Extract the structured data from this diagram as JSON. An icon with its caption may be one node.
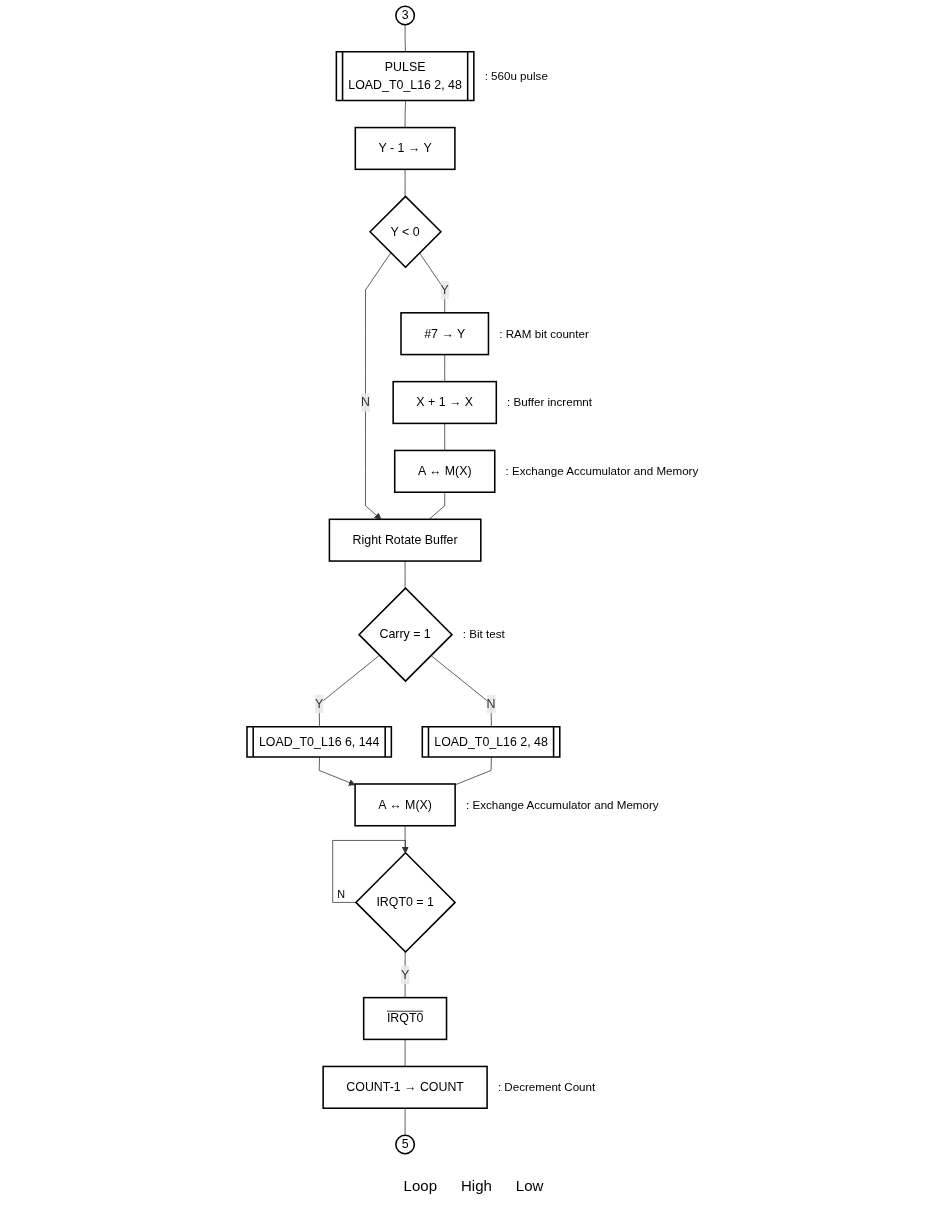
{
  "diagram": {
    "nodes": [
      {
        "text": [
          "3"
        ]
      },
      {
        "text": [
          "PULSE",
          "LOAD_T0_L16 2, 48"
        ],
        "beside": [
          ": 560u pulse"
        ]
      },
      {
        "text": [
          "Y - 1 → Y"
        ]
      },
      {
        "text": [
          "Y < 0"
        ]
      },
      {
        "text": [
          "#7 → Y"
        ],
        "beside": [
          ": RAM bit counter"
        ]
      },
      {
        "text": [
          "X + 1 → X"
        ],
        "beside": [
          ": Buffer incremnt"
        ]
      },
      {
        "text": [
          "A ↔ M(X)"
        ],
        "beside": [
          ": Exchange Accumulator and Memory"
        ]
      },
      {
        "text": [
          "Right Rotate Buffer"
        ]
      },
      {
        "text": [
          "Carry = 1"
        ],
        "beside": [
          ": Bit test"
        ]
      },
      {
        "text": [
          "LOAD_T0_L16 6, 144"
        ]
      },
      {
        "text": [
          "LOAD_T0_L16 2, 48"
        ]
      },
      {
        "text": [
          "A ↔ M(X)"
        ],
        "beside": [
          ": Exchange Accumulator and Memory"
        ]
      },
      {
        "text": [
          "IRQT0 = 1"
        ]
      },
      {
        "text": [
          "IRQT0"
        ]
      },
      {
        "text": [
          "COUNT-1 → COUNT"
        ],
        "beside": [
          ": Decrement Count"
        ]
      },
      {
        "text": [
          "5"
        ]
      }
    ],
    "edges": [
      {
        "from": 0,
        "to": 1,
        "arrow": "none"
      },
      {
        "from": 1,
        "to": 2,
        "arrow": "none"
      },
      {
        "from": 2,
        "to": 3,
        "arrow": "none"
      },
      {
        "from": 3,
        "to": 7,
        "label": "N",
        "arrow": "to"
      },
      {
        "from": 3,
        "to": 4,
        "label": "Y",
        "arrow": "none"
      },
      {
        "from": 4,
        "to": 5,
        "arrow": "none"
      },
      {
        "from": 5,
        "to": 6,
        "arrow": "none"
      },
      {
        "from": 6,
        "to": 7,
        "arrow": "none"
      },
      {
        "from": 7,
        "to": 8,
        "arrow": "none"
      },
      {
        "from": 8,
        "to": 9,
        "label": "Y",
        "arrow": "none"
      },
      {
        "from": 8,
        "to": 10,
        "label": "N",
        "arrow": "none"
      },
      {
        "from": 9,
        "to": 11,
        "arrow": "to"
      },
      {
        "from": 10,
        "to": 11,
        "arrow": "none"
      },
      {
        "from": 11,
        "to": 12,
        "arrow": "to"
      },
      {
        "from": 12,
        "to": 12,
        "label": "N",
        "arrow": "to"
      },
      {
        "from": 12,
        "to": 13,
        "label": "Y",
        "arrow": "none"
      },
      {
        "from": 13,
        "to": 14,
        "arrow": "none"
      },
      {
        "from": 14,
        "to": 15,
        "arrow": "none"
      }
    ],
    "labels": [
      "Loop",
      "High",
      "Low"
    ]
  }
}
